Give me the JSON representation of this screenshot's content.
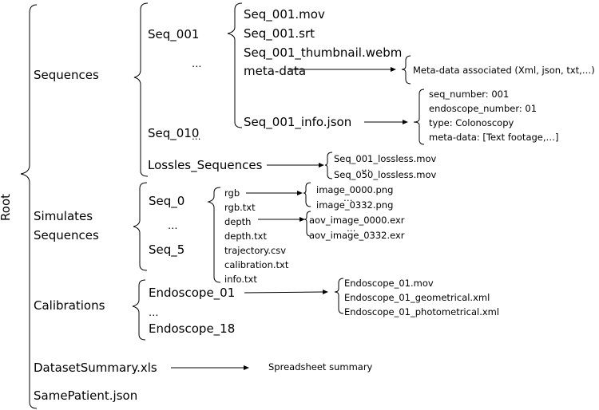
{
  "root": "Root",
  "sequences": {
    "label": "Sequences",
    "seq_001": "Seq_001",
    "ellipsis_a": "…",
    "seq_010": "Seq_010",
    "ellipsis_b": "…",
    "files": [
      "Seq_001.mov",
      "Seq_001.srt",
      "Seq_001_thumbnail.webm",
      "meta-data"
    ],
    "meta_desc": "Meta-data associated (Xml, json, txt,…)",
    "info_json": "Seq_001_info.json",
    "info_fields": [
      "seq_number:  001",
      "endoscope_number:  01",
      "type:  Colonoscopy",
      "meta-data: [Text footage,…]"
    ],
    "lossless": {
      "label": "Lossles_Sequences",
      "first": "Seq_001_lossless.mov",
      "ellipsis": "…",
      "last": "Seq_050_lossless.mov"
    }
  },
  "simulated": {
    "label_line1": "Simulates",
    "label_line2": "Sequences",
    "seq_0": "Seq_0",
    "ellipsis": "…",
    "seq_5": "Seq_5",
    "files": [
      "rgb",
      "rgb.txt",
      "depth",
      "depth.txt",
      "trajectory.csv",
      "calibration.txt",
      "info.txt"
    ],
    "rgb_first": "image_0000.png",
    "rgb_ellipsis": "…",
    "rgb_last": "image_0332.png",
    "depth_first": "aov_image_0000.exr",
    "depth_ellipsis": "…",
    "depth_last": "aov_image_0332.exr"
  },
  "calibrations": {
    "label": "Calibrations",
    "first": "Endoscope_01",
    "ellipsis": "…",
    "last": "Endoscope_18",
    "files": [
      "Endoscope_01.mov",
      "Endoscope_01_geometrical.xml",
      "Endoscope_01_photometrical.xml"
    ]
  },
  "summary": {
    "file": "DatasetSummary.xls",
    "desc": "Spreadsheet summary"
  },
  "same_patient": "SamePatient.json"
}
